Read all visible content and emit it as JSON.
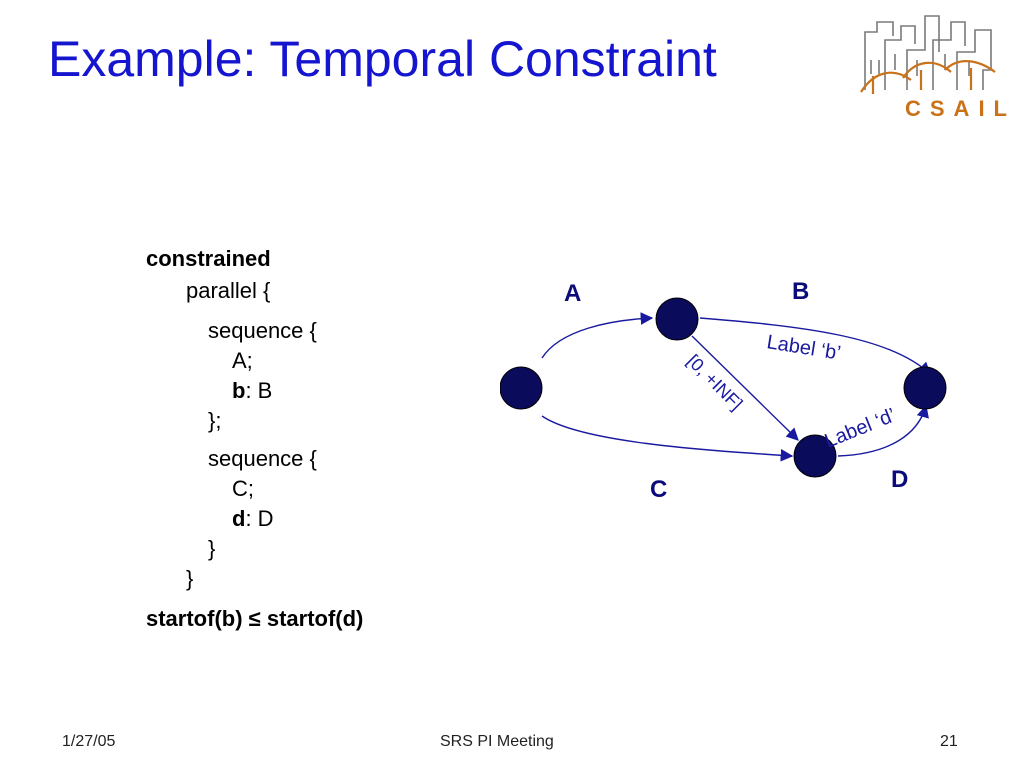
{
  "slide": {
    "title": "Example: Temporal Constraint",
    "logo_text": "CSAIL"
  },
  "code": {
    "keyword_constrained": "constrained",
    "parallel_open": "parallel {",
    "seq1_open": "sequence {",
    "seq1_a": "A;",
    "seq1_b_label": "b",
    "seq1_b_rest": ": B",
    "seq1_close": "};",
    "seq2_open": "sequence {",
    "seq2_c": "C;",
    "seq2_d_label": "d",
    "seq2_d_rest": ": D",
    "seq2_close": "}",
    "parallel_close": "}",
    "constraint": "startof(b) ≤ startof(d)"
  },
  "diagram": {
    "label_a": "A",
    "label_b": "B",
    "label_c": "C",
    "label_d": "D",
    "edge_label_b": "Label ‘b’",
    "edge_label_d": "Label ‘d’",
    "constraint_label": "[0, +INF]",
    "node_color": "#0b0b5c",
    "edge_color": "#1a1aa0"
  },
  "footer": {
    "date": "1/27/05",
    "meeting": "SRS PI Meeting",
    "page": "21"
  }
}
